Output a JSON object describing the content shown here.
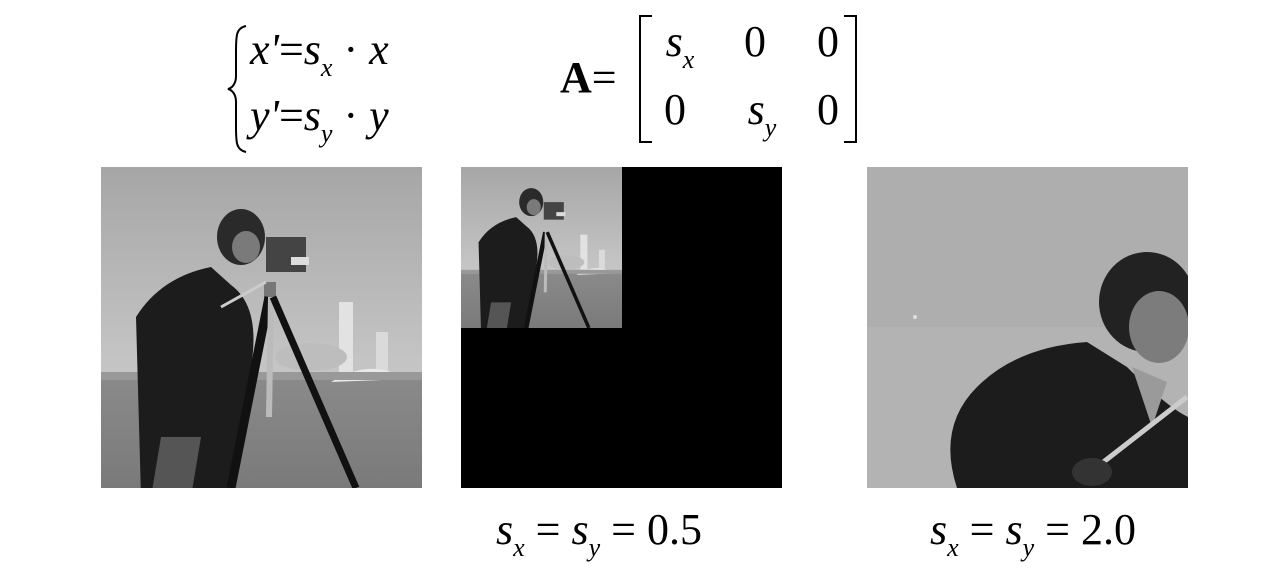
{
  "equations": {
    "row1": {
      "lhs": "x'",
      "eq": "=",
      "s": "s",
      "sub": "x",
      "dot": "·",
      "var": "x"
    },
    "row2": {
      "lhs": "y'",
      "eq": "=",
      "s": "s",
      "sub": "y",
      "dot": "·",
      "var": "y"
    }
  },
  "matrix": {
    "name": "A",
    "eq": "=",
    "r1": [
      {
        "main": "s",
        "sub": "x"
      },
      {
        "main": "0",
        "sub": ""
      },
      {
        "main": "0",
        "sub": ""
      }
    ],
    "r2": [
      {
        "main": "0",
        "sub": ""
      },
      {
        "main": "s",
        "sub": "y"
      },
      {
        "main": "0",
        "sub": ""
      }
    ]
  },
  "captions": {
    "half": {
      "s1": "s",
      "sub1": "x",
      "eq1": "=",
      "s2": "s",
      "sub2": "y",
      "eq2": "=",
      "value": "0.5"
    },
    "double": {
      "s1": "s",
      "sub1": "x",
      "eq1": "=",
      "s2": "s",
      "sub2": "y",
      "eq2": "=",
      "value": "2.0"
    }
  },
  "colors": {
    "background": "#ffffff",
    "text": "#000000",
    "black_fill": "#000000"
  }
}
